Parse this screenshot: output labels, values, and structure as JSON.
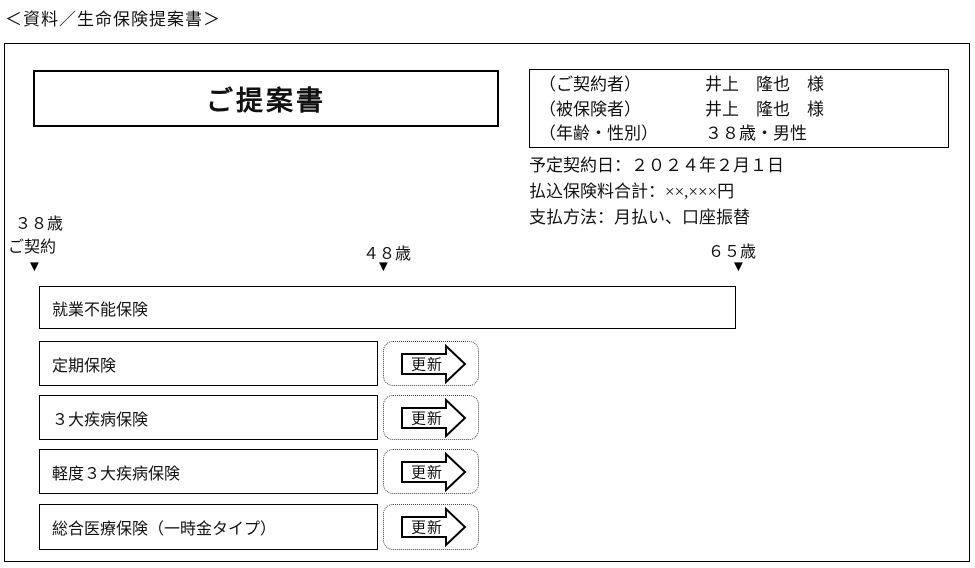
{
  "page": {
    "header_label": "＜資料／生命保険提案書＞"
  },
  "proposal": {
    "title": "ご提案書",
    "client_info": [
      {
        "label": "（ご契約者）",
        "value": "井上　隆也　様"
      },
      {
        "label": "（被保険者）",
        "value": "井上　隆也　様"
      },
      {
        "label": "（年齢・性別）",
        "value": "３８歳・男性"
      }
    ],
    "payment_info": [
      "予定契約日：２０２４年２月１日",
      "払込保険料合計：××,×××円",
      "支払方法：月払い、口座振替"
    ]
  },
  "timeline": {
    "marker_glyph": "▼",
    "markers": [
      {
        "age": "３８歳",
        "sub": "ご契約"
      },
      {
        "age": "４８歳"
      },
      {
        "age": "６５歳"
      }
    ]
  },
  "products": [
    {
      "name": "就業不能保険",
      "renew": false
    },
    {
      "name": "定期保険",
      "renew": true
    },
    {
      "name": "３大疾病保険",
      "renew": true
    },
    {
      "name": "軽度３大疾病保険",
      "renew": true
    },
    {
      "name": "総合医療保険（一時金タイプ）",
      "renew": true
    }
  ],
  "renew_label": "更新",
  "colors": {
    "ink": "#111111",
    "background": "#ffffff"
  }
}
